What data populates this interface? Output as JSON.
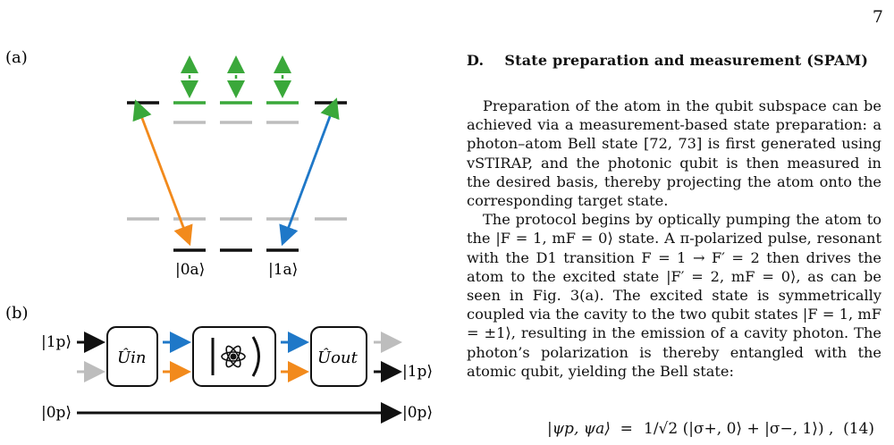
{
  "page_number": "7",
  "figure": {
    "panel_a_label": "(a)",
    "panel_b_label": "(b)",
    "state_0a": "|0a⟩",
    "state_1a": "|1a⟩",
    "input_1p": "|1p⟩",
    "input_0p": "|0p⟩",
    "output_1p": "|1p⟩",
    "output_0p": "|0p⟩",
    "u_in": "Ûin",
    "u_out": "Ûout",
    "atom_icon": "atom-icon",
    "colors": {
      "orange": "#f28a1c",
      "blue": "#1f78c8",
      "green": "#3aa83a",
      "gray": "#bdbdbd",
      "black": "#111111"
    }
  },
  "section": {
    "heading": "D.    State preparation and measurement (SPAM)",
    "para1": "Preparation of the atom in the qubit subspace can be achieved via a measurement-based state preparation: a photon–atom Bell state [72, 73] is first generated using vSTIRAP, and the photonic qubit is then measured in the desired basis, thereby projecting the atom onto the corresponding target state.",
    "para2": "The protocol begins by optically pumping the atom to the |F = 1, mF = 0⟩ state. A π-polarized pulse, resonant with the D1 transition F = 1 → F′ = 2 then drives the atom to the excited state |F′ = 2, mF = 0⟩, as can be seen in Fig. 3(a). The excited state is symmetrically coupled via the cavity to the two qubit states |F = 1, mF = ±1⟩, resulting in the emission of a cavity photon. The photon’s polarization is thereby entangled with the atomic qubit, yielding the Bell state:"
  },
  "equation": {
    "lhs": "|ψp, ψa⟩  =",
    "rhs": "1/√2 (|σ+, 0⟩ + |σ−, 1⟩) ,",
    "number": "(14)"
  }
}
